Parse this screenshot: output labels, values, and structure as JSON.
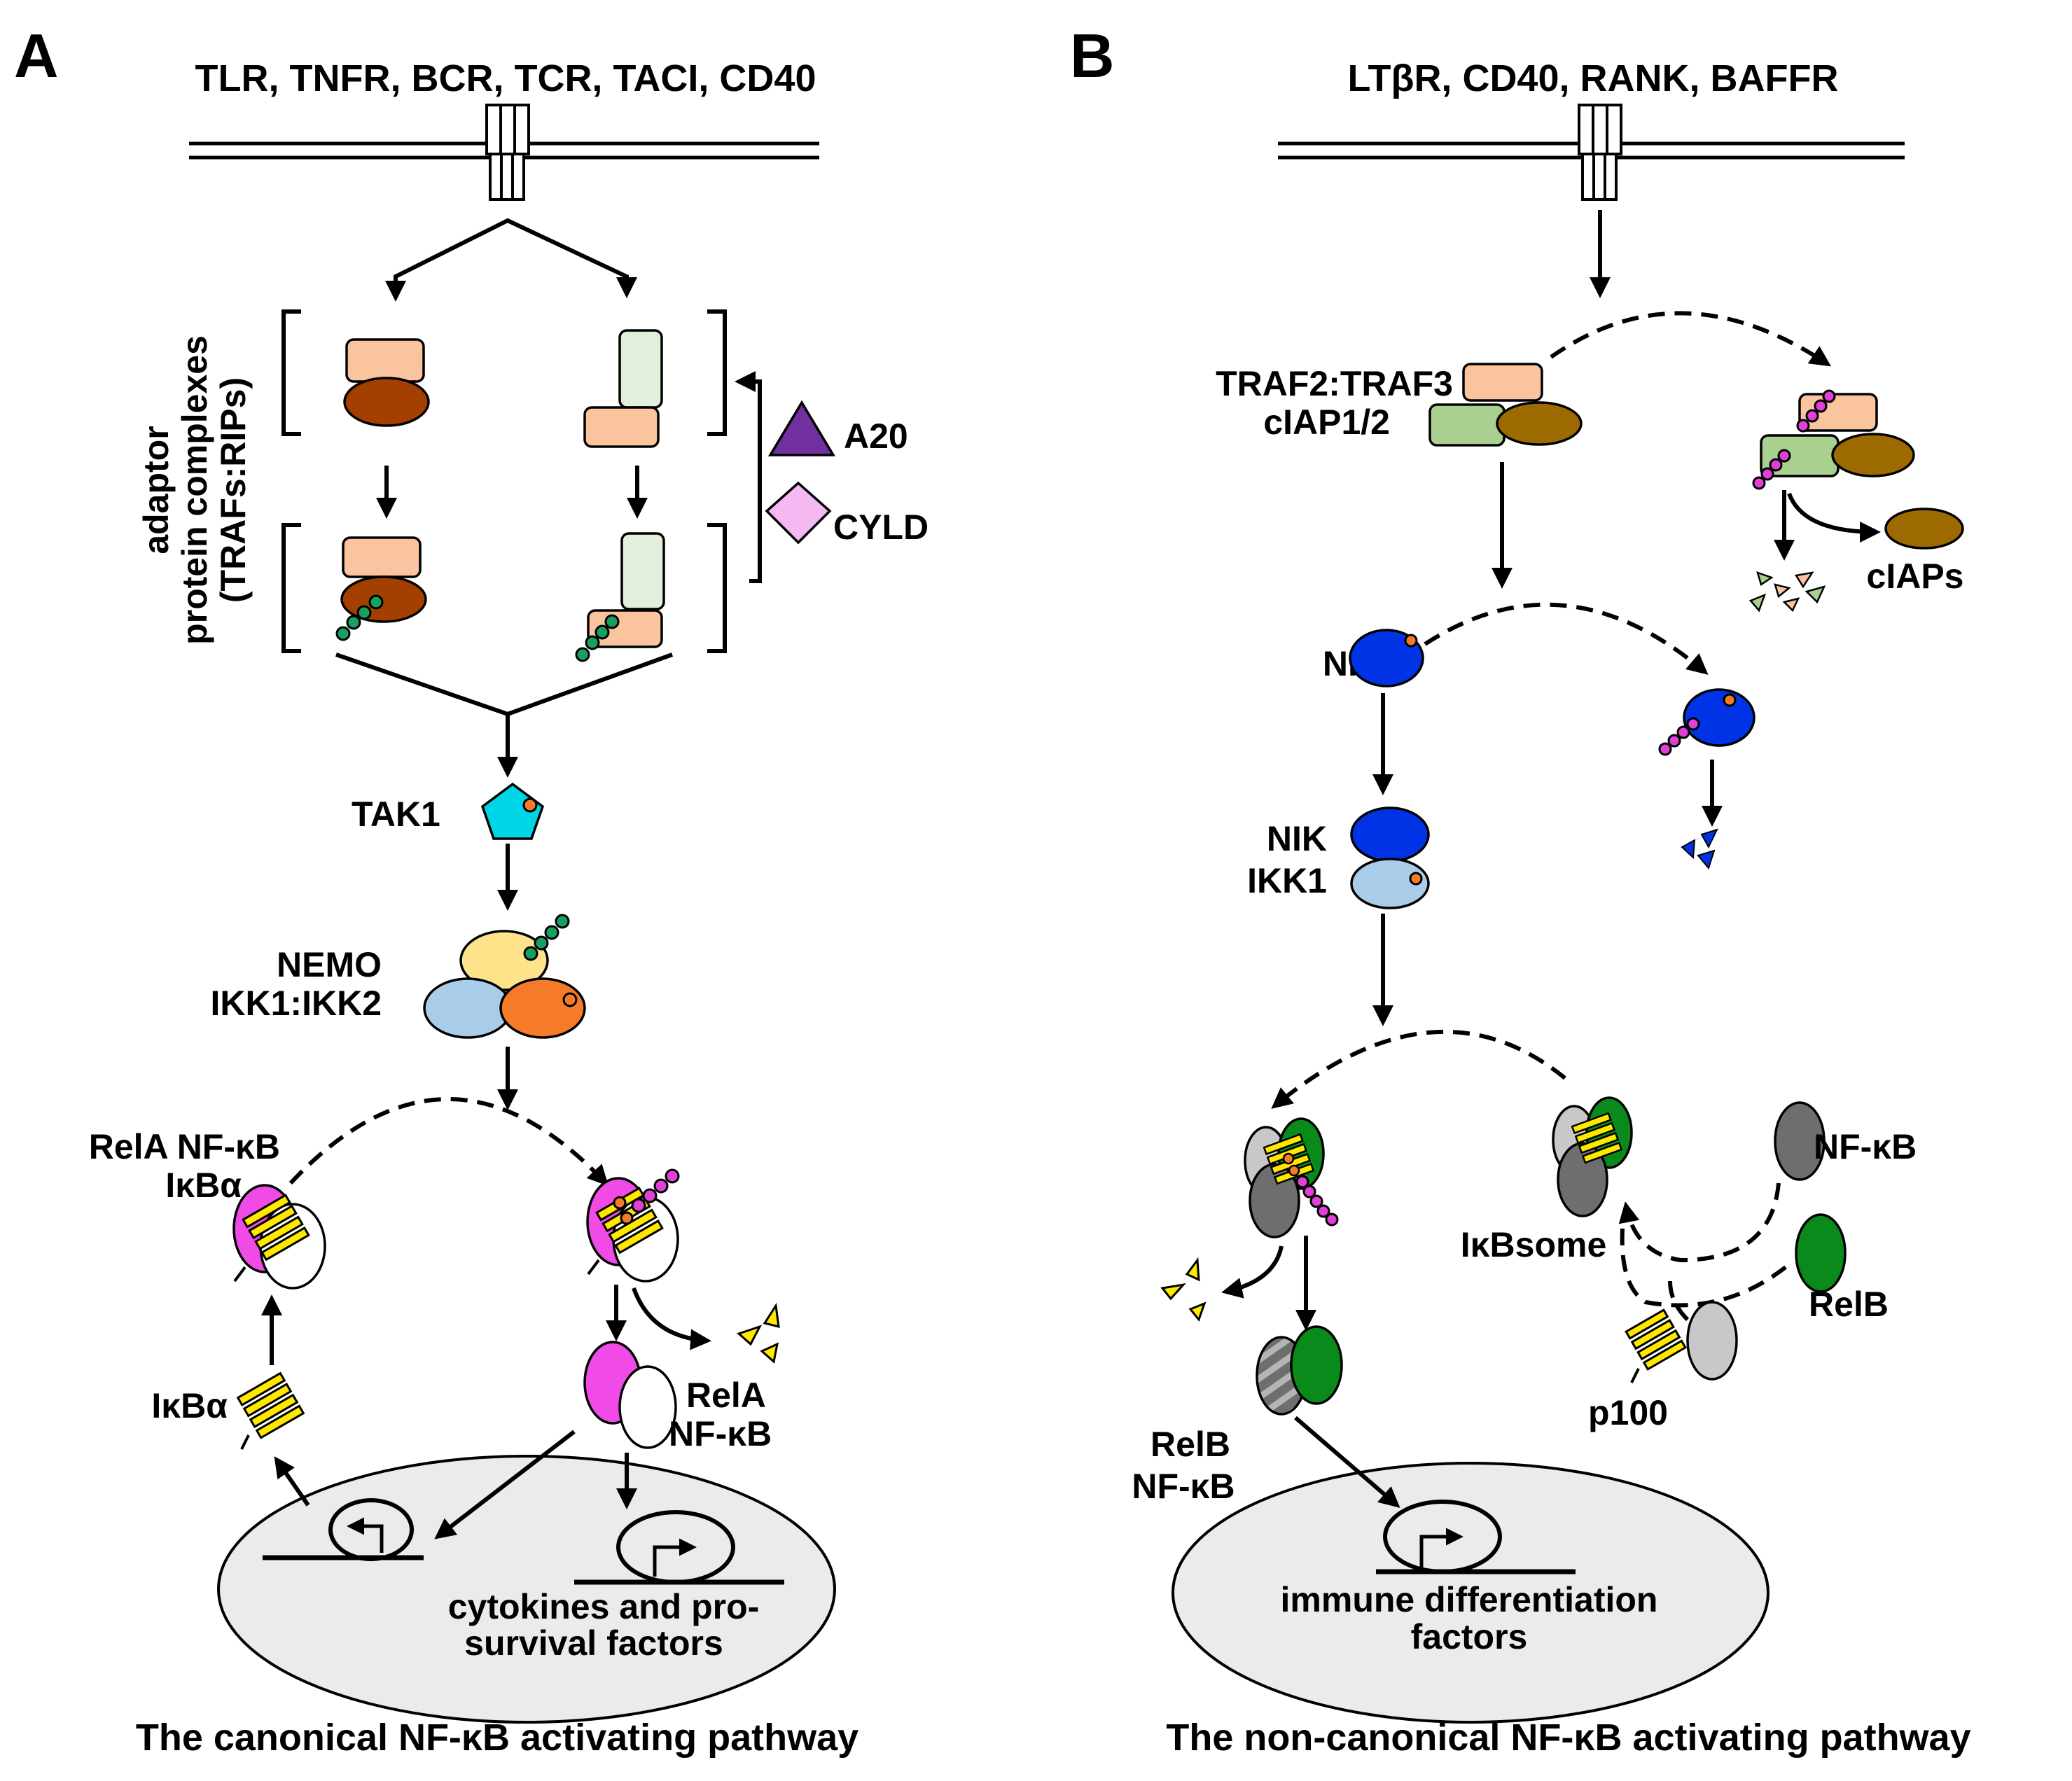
{
  "panel_a": {
    "letter": "A",
    "receptors": "TLR, TNFR, BCR, TCR, TACI, CD40",
    "adaptor_label_1": "adaptor",
    "adaptor_label_2": "protein complexes",
    "adaptor_label_3": "(TRAFs:RIPs)",
    "a20": "A20",
    "cyld": "CYLD",
    "tak1": "TAK1",
    "nemo": "NEMO",
    "ikk": "IKK1:IKK2",
    "rela_ikba_1": "RelA NF-κB",
    "rela_ikba_2": "IκBα",
    "ikba": "IκBα",
    "rela_1": "RelA",
    "rela_2": "NF-κB",
    "target_1": "cytokines and pro-",
    "target_2": "survival factors",
    "caption": "The canonical NF-κB activating pathway"
  },
  "panel_b": {
    "letter": "B",
    "receptors": "LTβR, CD40, RANK, BAFFR",
    "traf_1": "TRAF2:TRAF3",
    "traf_2": "cIAP1/2",
    "ciaps": "cIAPs",
    "nik": "NIK",
    "nik_ikk_1": "NIK",
    "nik_ikk_2": "IKK1",
    "nfkb": "NF-κB",
    "ikbsome": "IκBsome",
    "relb": "RelB",
    "p100": "p100",
    "relb_nfkb_1": "RelB",
    "relb_nfkb_2": "NF-κB",
    "target_1": "immune differentiation",
    "target_2": "factors",
    "caption": "The non-canonical NF-κB activating pathway"
  },
  "colors": {
    "traf_peach": "#F9C49E",
    "rip_brown": "#A34000",
    "light_green": "#E2EFDA",
    "green": "#A9D08E",
    "ciap_olive": "#9C6A00",
    "a20_purple": "#7030A0",
    "cyld_pink": "#F6B8F0",
    "tak1_cyan": "#00D5E6",
    "nemo_yellow": "#FFE38A",
    "ikk1_blue": "#A9CDE8",
    "ikk2_orange": "#F57B2A",
    "nik_blue": "#0033E6",
    "ub_green": "#18A060",
    "ub_magenta": "#E040D8",
    "rela_magenta": "#F04BE6",
    "ikb_yellow": "#FFE800",
    "relb_green": "#0A8A1A",
    "nfkb_gray": "#6E6E6E",
    "p100_gray": "#C8C8C8",
    "nucleus_gray": "#EBEBEB"
  }
}
